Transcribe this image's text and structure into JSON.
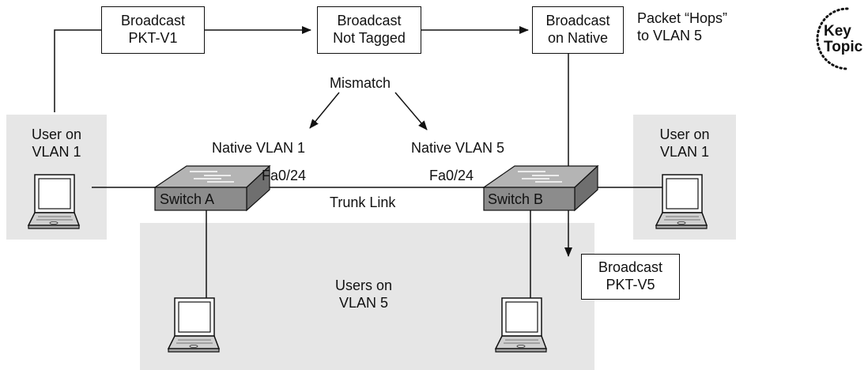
{
  "packet_boxes": {
    "v1": [
      "Broadcast",
      "PKT-V1"
    ],
    "not_tagged": [
      "Broadcast",
      "Not Tagged"
    ],
    "on_native": [
      "Broadcast",
      "on Native"
    ],
    "v5": [
      "Broadcast",
      "PKT-V5"
    ]
  },
  "hop_note": [
    "Packet “Hops”",
    "to VLAN 5"
  ],
  "mismatch": "Mismatch",
  "native_a": "Native VLAN 1",
  "native_b": "Native VLAN 5",
  "port_a": "Fa0/24",
  "port_b": "Fa0/24",
  "switch_a": "Switch A",
  "switch_b": "Switch B",
  "trunk": "Trunk Link",
  "user_left": [
    "User on",
    "VLAN 1"
  ],
  "user_right": [
    "User on",
    "VLAN 1"
  ],
  "users_vlan5": [
    "Users on",
    "VLAN 5"
  ],
  "key_topic": [
    "Key",
    "Topic"
  ],
  "colors": {
    "shade": "#e6e6e6",
    "switch_top": "#b4b4b4",
    "switch_front": "#8c8c8c",
    "line": "#111111"
  }
}
